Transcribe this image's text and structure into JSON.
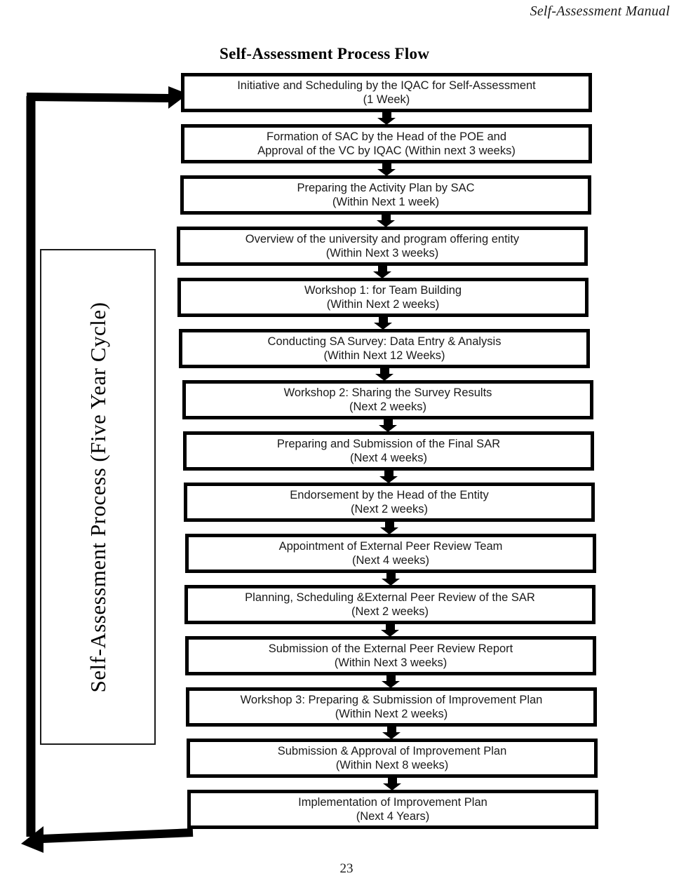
{
  "header": {
    "running_title": "Self-Assessment Manual"
  },
  "title": "Self-Assessment Process Flow",
  "cycle_label": "Self-Assessment Process (Five Year Cycle)",
  "page_number": "23",
  "steps": [
    {
      "name": "Initiative and Scheduling by the IQAC for Self-Assessment",
      "duration": "(1 Week)"
    },
    {
      "name": "Formation of SAC by the Head of the POE and",
      "duration": "Approval of the VC by IQAC (Within next 3 weeks)"
    },
    {
      "name": "Preparing the Activity Plan by SAC",
      "duration": "(Within Next 1 week)"
    },
    {
      "name": "Overview of the university and program offering entity",
      "duration": "(Within Next 3 weeks)"
    },
    {
      "name": "Workshop 1: for Team Building",
      "duration": "(Within Next 2 weeks)"
    },
    {
      "name": "Conducting SA Survey: Data Entry & Analysis",
      "duration": "(Within Next 12 Weeks)"
    },
    {
      "name": "Workshop 2: Sharing the Survey Results",
      "duration": "(Next 2 weeks)"
    },
    {
      "name": "Preparing and Submission of the Final SAR",
      "duration": "(Next 4 weeks)"
    },
    {
      "name": "Endorsement by the Head of the Entity",
      "duration": "(Next 2 weeks)"
    },
    {
      "name": "Appointment of External Peer Review Team",
      "duration": "(Next 4 weeks)"
    },
    {
      "name": "Planning, Scheduling &External Peer Review of the SAR",
      "duration": "(Next 2 weeks)"
    },
    {
      "name": "Submission of the External Peer Review Report",
      "duration": "(Within Next 3 weeks)"
    },
    {
      "name": "Workshop 3: Preparing & Submission of Improvement Plan",
      "duration": "(Within Next 2 weeks)"
    },
    {
      "name": "Submission & Approval of Improvement Plan",
      "duration": "(Within Next 8 weeks)"
    },
    {
      "name": "Implementation of Improvement Plan",
      "duration": "(Next 4 Years)"
    }
  ],
  "colors": {
    "box_border": "#000000",
    "text": "#1a1a1a",
    "loop_line": "#000000",
    "label_border": "#1b1b1b"
  }
}
